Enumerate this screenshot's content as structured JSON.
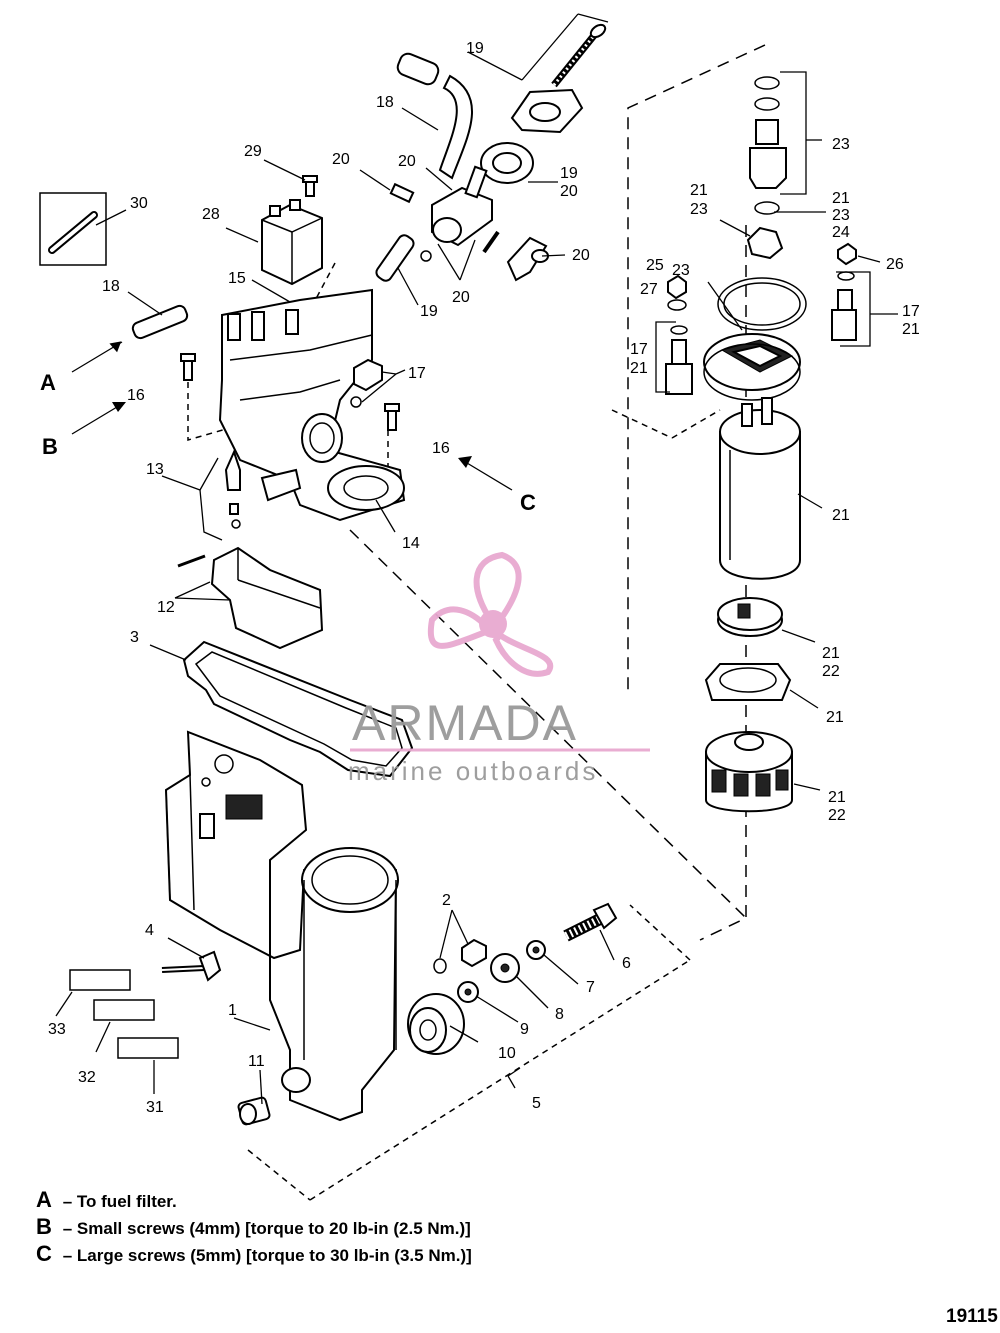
{
  "callouts": {
    "c1": "1",
    "c2": "2",
    "c3": "3",
    "c4": "4",
    "c5": "5",
    "c6": "6",
    "c7": "7",
    "c8": "8",
    "c9": "9",
    "c10": "10",
    "c11": "11",
    "c12": "12",
    "c13": "13",
    "c14": "14",
    "c15": "15",
    "c16a": "16",
    "c16b": "16",
    "c17a": "17",
    "c17b": "17",
    "c17c": "17",
    "c18a": "18",
    "c18b": "18",
    "c19a": "19",
    "c19b": "19",
    "c19c": "19",
    "c20a": "20",
    "c20b": "20",
    "c20c": "20",
    "c20d": "20",
    "c20e": "20",
    "c21a": "21",
    "c21b": "21",
    "c21c": "21",
    "c21d": "21",
    "c21e": "21",
    "c21f": "21",
    "c21g": "21",
    "c21h": "21",
    "c22a": "22",
    "c22b": "22",
    "c23a": "23",
    "c23b": "23",
    "c23c": "23",
    "c23d": "23",
    "c24": "24",
    "c25": "25",
    "c26": "26",
    "c27": "27",
    "c28": "28",
    "c29": "29",
    "c30": "30",
    "c31": "31",
    "c32": "32",
    "c33": "33",
    "letterA": "A",
    "letterB": "B",
    "letterC": "C"
  },
  "watermark": {
    "name": "ARMADA",
    "subtitle": "marine outboards",
    "color": "#e8a9d0"
  },
  "legend": [
    {
      "key": "A",
      "text": "– To fuel filter."
    },
    {
      "key": "B",
      "text": "– Small screws (4mm) [torque to 20 lb-in (2.5 Nm.)]"
    },
    {
      "key": "C",
      "text": "– Large screws (5mm) [torque to 30 lb-in (3.5 Nm.)]"
    }
  ],
  "document_number": "19115"
}
